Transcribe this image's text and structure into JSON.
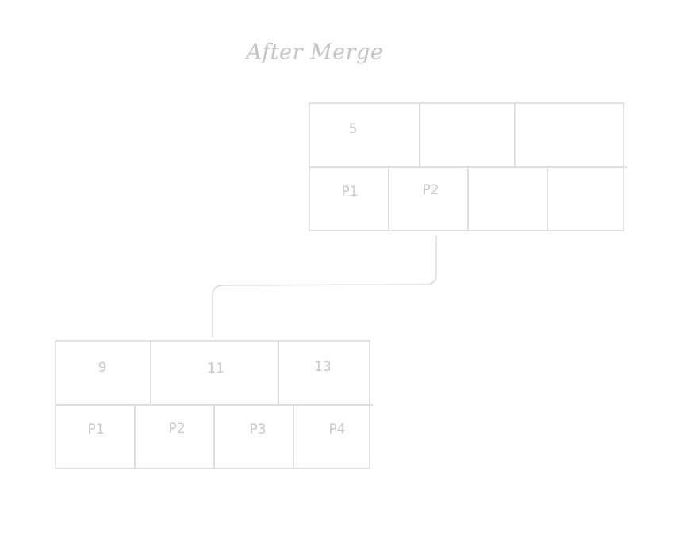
{
  "title": "After Merge",
  "parent_node": {
    "keys": [
      "5",
      "",
      ""
    ],
    "pointers": [
      "P1",
      "P2",
      "",
      ""
    ]
  },
  "child_node": {
    "keys": [
      "9",
      "11",
      "13"
    ],
    "pointers": [
      "P1",
      "P2",
      "P3",
      "P4"
    ]
  },
  "colors": {
    "stroke": "#d9d9d9",
    "text": "#c8c8c8",
    "background": "#ffffff"
  }
}
